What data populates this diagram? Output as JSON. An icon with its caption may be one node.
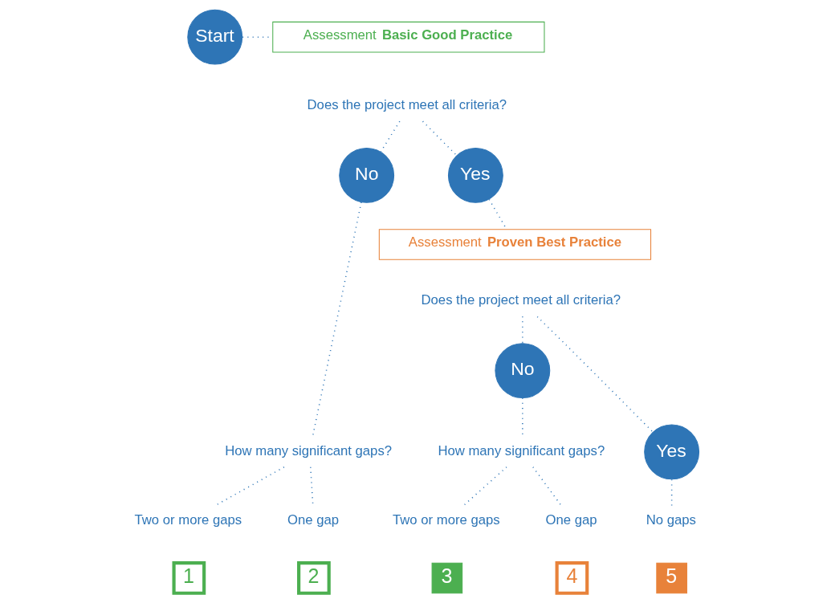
{
  "diagram": {
    "nodes": [
      {
        "text": [
          "Start"
        ]
      },
      {
        "text": [
          "Assessment **Basic Good Practice**"
        ]
      },
      {
        "text": [
          "Does the project meet all criteria?"
        ]
      },
      {
        "text": [
          "No"
        ]
      },
      {
        "text": [
          "Yes"
        ]
      },
      {
        "text": [
          "Assessment **Proven Best Practice**"
        ]
      },
      {
        "text": [
          "Does the project meet all criteria?"
        ]
      },
      {
        "text": [
          "No"
        ]
      },
      {
        "text": [
          "Yes"
        ]
      },
      {
        "text": [
          "How many significant gaps?"
        ]
      },
      {
        "text": [
          "How many significant gaps?"
        ]
      },
      {
        "text": [
          "Two or more gaps"
        ]
      },
      {
        "text": [
          "One gap"
        ]
      },
      {
        "text": [
          "Two or more gaps"
        ]
      },
      {
        "text": [
          "One gap"
        ]
      },
      {
        "text": [
          "No gaps"
        ]
      },
      {
        "text": [
          "1"
        ]
      },
      {
        "text": [
          "2"
        ]
      },
      {
        "text": [
          "3"
        ]
      },
      {
        "text": [
          "4"
        ]
      },
      {
        "text": [
          "5"
        ]
      }
    ],
    "edges": [
      {
        "from": 0,
        "to": 1,
        "arrow": "none"
      },
      {
        "from": 2,
        "to": 3,
        "arrow": "none"
      },
      {
        "from": 2,
        "to": 4,
        "arrow": "none"
      },
      {
        "from": 4,
        "to": 5,
        "arrow": "none"
      },
      {
        "from": 6,
        "to": 7,
        "arrow": "none"
      },
      {
        "from": 6,
        "to": 8,
        "arrow": "none"
      },
      {
        "from": 3,
        "to": 9,
        "arrow": "none"
      },
      {
        "from": 7,
        "to": 10,
        "arrow": "none"
      },
      {
        "from": 8,
        "to": 15,
        "arrow": "none"
      },
      {
        "from": 9,
        "to": 11,
        "arrow": "none"
      },
      {
        "from": 9,
        "to": 12,
        "arrow": "none"
      },
      {
        "from": 10,
        "to": 13,
        "arrow": "none"
      },
      {
        "from": 10,
        "to": 14,
        "arrow": "none"
      }
    ]
  }
}
